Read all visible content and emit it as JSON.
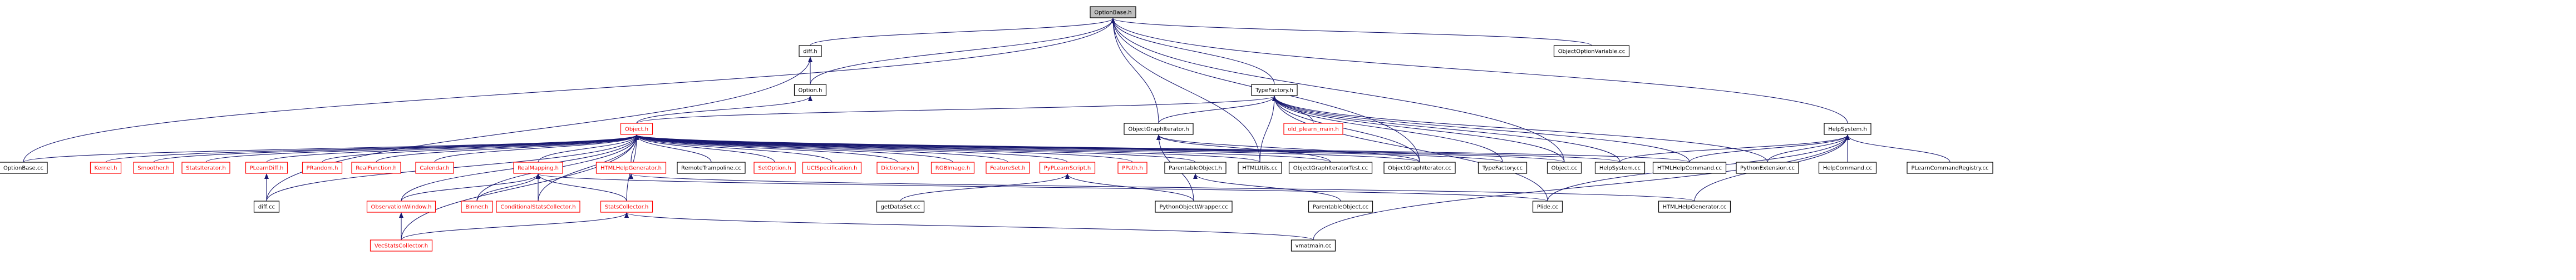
{
  "graph": {
    "colors": {
      "edge": "#191970",
      "normal_border": "#000000",
      "normal_text": "#000000",
      "red_border": "#ff0000",
      "red_text": "#ff0000",
      "root_fill": "#bfbfbf",
      "fill": "#ffffff"
    },
    "nodes": [
      {
        "id": "optionbase_h",
        "label": "OptionBase.h",
        "style": "root"
      },
      {
        "id": "diff_h",
        "label": "diff.h",
        "style": "normal"
      },
      {
        "id": "objectoptionvariable_cc",
        "label": "ObjectOptionVariable.cc",
        "style": "normal"
      },
      {
        "id": "option_h",
        "label": "Option.h",
        "style": "normal"
      },
      {
        "id": "typefactory_h",
        "label": "TypeFactory.h",
        "style": "normal"
      },
      {
        "id": "object_h",
        "label": "Object.h",
        "style": "red"
      },
      {
        "id": "objectgraphiterator_h",
        "label": "ObjectGraphIterator.h",
        "style": "normal"
      },
      {
        "id": "old_plearn_main_h",
        "label": "old_plearn_main.h",
        "style": "red"
      },
      {
        "id": "helpsystem_h",
        "label": "HelpSystem.h",
        "style": "normal"
      },
      {
        "id": "optionbase_cc",
        "label": "OptionBase.cc",
        "style": "normal"
      },
      {
        "id": "kernel_h",
        "label": "Kernel.h",
        "style": "red"
      },
      {
        "id": "smoother_h",
        "label": "Smoother.h",
        "style": "red"
      },
      {
        "id": "statsiterator_h",
        "label": "StatsIterator.h",
        "style": "red"
      },
      {
        "id": "plearndiff_h",
        "label": "PLearnDiff.h",
        "style": "red"
      },
      {
        "id": "prandom_h",
        "label": "PRandom.h",
        "style": "red"
      },
      {
        "id": "realfunction_h",
        "label": "RealFunction.h",
        "style": "red"
      },
      {
        "id": "calendar_h",
        "label": "Calendar.h",
        "style": "red"
      },
      {
        "id": "realmapping_h",
        "label": "RealMapping.h",
        "style": "red"
      },
      {
        "id": "htmlhelpgenerator_h",
        "label": "HTMLHelpGenerator.h",
        "style": "red"
      },
      {
        "id": "remotetrampoline_cc",
        "label": "RemoteTrampoline.cc",
        "style": "normal"
      },
      {
        "id": "setoption_h",
        "label": "SetOption.h",
        "style": "red"
      },
      {
        "id": "ucispecification_h",
        "label": "UCISpecification.h",
        "style": "red"
      },
      {
        "id": "dictionary_h",
        "label": "Dictionary.h",
        "style": "red"
      },
      {
        "id": "rgbimage_h",
        "label": "RGBImage.h",
        "style": "red"
      },
      {
        "id": "featureset_h",
        "label": "FeatureSet.h",
        "style": "red"
      },
      {
        "id": "pyplearnscript_h",
        "label": "PyPLearnScript.h",
        "style": "red"
      },
      {
        "id": "ppath_h",
        "label": "PPath.h",
        "style": "red"
      },
      {
        "id": "parentableobject_h",
        "label": "ParentableObject.h",
        "style": "normal"
      },
      {
        "id": "htmlutils_cc",
        "label": "HTMLUtils.cc",
        "style": "normal"
      },
      {
        "id": "objectgraphiteratortest_cc",
        "label": "ObjectGraphIteratorTest.cc",
        "style": "normal"
      },
      {
        "id": "objectgraphiterator_cc",
        "label": "ObjectGraphIterator.cc",
        "style": "normal"
      },
      {
        "id": "typefactory_cc",
        "label": "TypeFactory.cc",
        "style": "normal"
      },
      {
        "id": "object_cc",
        "label": "Object.cc",
        "style": "normal"
      },
      {
        "id": "helpsystem_cc",
        "label": "HelpSystem.cc",
        "style": "normal"
      },
      {
        "id": "htmlhelpcommand_cc",
        "label": "HTMLHelpCommand.cc",
        "style": "normal"
      },
      {
        "id": "pythonextension_cc",
        "label": "PythonExtension.cc",
        "style": "normal"
      },
      {
        "id": "helpcommand_cc",
        "label": "HelpCommand.cc",
        "style": "normal"
      },
      {
        "id": "plearncommandregistry_cc",
        "label": "PLearnCommandRegistry.cc",
        "style": "normal"
      },
      {
        "id": "diff_cc",
        "label": "diff.cc",
        "style": "normal"
      },
      {
        "id": "observationwindow_h",
        "label": "ObservationWindow.h",
        "style": "red"
      },
      {
        "id": "binner_h",
        "label": "Binner.h",
        "style": "red"
      },
      {
        "id": "conditionalstatscollector_h",
        "label": "ConditionalStatsCollector.h",
        "style": "red"
      },
      {
        "id": "statscollector_h",
        "label": "StatsCollector.h",
        "style": "red"
      },
      {
        "id": "getdataset_cc",
        "label": "getDataSet.cc",
        "style": "normal"
      },
      {
        "id": "pythonobjectwrapper_cc",
        "label": "PythonObjectWrapper.cc",
        "style": "normal"
      },
      {
        "id": "parentableobject_cc",
        "label": "ParentableObject.cc",
        "style": "normal"
      },
      {
        "id": "pide_cc",
        "label": "Plide.cc",
        "style": "normal"
      },
      {
        "id": "htmlhelpgenerator_cc",
        "label": "HTMLHelpGenerator.cc",
        "style": "normal"
      },
      {
        "id": "vecstatscollector_h",
        "label": "VecStatsCollector.h",
        "style": "red"
      },
      {
        "id": "vmatmain_cc",
        "label": "vmatmain.cc",
        "style": "normal"
      }
    ],
    "edges": [
      [
        "diff_h",
        "optionbase_h"
      ],
      [
        "objectoptionvariable_cc",
        "optionbase_h"
      ],
      [
        "option_h",
        "optionbase_h"
      ],
      [
        "typefactory_h",
        "optionbase_h"
      ],
      [
        "objectgraphiterator_h",
        "optionbase_h"
      ],
      [
        "helpsystem_h",
        "optionbase_h"
      ],
      [
        "optionbase_cc",
        "optionbase_h"
      ],
      [
        "htmlutils_cc",
        "optionbase_h"
      ],
      [
        "objectgraphiterator_cc",
        "optionbase_h"
      ],
      [
        "object_cc",
        "optionbase_h"
      ],
      [
        "option_h",
        "diff_h"
      ],
      [
        "diff_cc",
        "diff_h"
      ],
      [
        "object_h",
        "option_h"
      ],
      [
        "object_h",
        "typefactory_h"
      ],
      [
        "objectgraphiterator_h",
        "typefactory_h"
      ],
      [
        "old_plearn_main_h",
        "typefactory_h"
      ],
      [
        "htmlutils_cc",
        "typefactory_h"
      ],
      [
        "objectgraphiterator_cc",
        "typefactory_h"
      ],
      [
        "typefactory_cc",
        "typefactory_h"
      ],
      [
        "object_cc",
        "typefactory_h"
      ],
      [
        "helpsystem_cc",
        "typefactory_h"
      ],
      [
        "htmlhelpcommand_cc",
        "typefactory_h"
      ],
      [
        "pythonextension_cc",
        "typefactory_h"
      ],
      [
        "pide_cc",
        "typefactory_h"
      ],
      [
        "objectgraphiteratortest_cc",
        "objectgraphiterator_h"
      ],
      [
        "objectgraphiterator_cc",
        "objectgraphiterator_h"
      ],
      [
        "pythonobjectwrapper_cc",
        "objectgraphiterator_h"
      ],
      [
        "helpsystem_cc",
        "helpsystem_h"
      ],
      [
        "htmlhelpcommand_cc",
        "helpsystem_h"
      ],
      [
        "pythonextension_cc",
        "helpsystem_h"
      ],
      [
        "helpcommand_cc",
        "helpsystem_h"
      ],
      [
        "plearncommandregistry_cc",
        "helpsystem_h"
      ],
      [
        "pide_cc",
        "helpsystem_h"
      ],
      [
        "htmlhelpgenerator_cc",
        "helpsystem_h"
      ],
      [
        "vmatmain_cc",
        "helpsystem_h"
      ],
      [
        "optionbase_cc",
        "object_h"
      ],
      [
        "kernel_h",
        "object_h"
      ],
      [
        "smoother_h",
        "object_h"
      ],
      [
        "statsiterator_h",
        "object_h"
      ],
      [
        "plearndiff_h",
        "object_h"
      ],
      [
        "prandom_h",
        "object_h"
      ],
      [
        "realfunction_h",
        "object_h"
      ],
      [
        "calendar_h",
        "object_h"
      ],
      [
        "realmapping_h",
        "object_h"
      ],
      [
        "htmlhelpgenerator_h",
        "object_h"
      ],
      [
        "remotetrampoline_cc",
        "object_h"
      ],
      [
        "setoption_h",
        "object_h"
      ],
      [
        "ucispecification_h",
        "object_h"
      ],
      [
        "dictionary_h",
        "object_h"
      ],
      [
        "rgbimage_h",
        "object_h"
      ],
      [
        "featureset_h",
        "object_h"
      ],
      [
        "pyplearnscript_h",
        "object_h"
      ],
      [
        "ppath_h",
        "object_h"
      ],
      [
        "parentableobject_h",
        "object_h"
      ],
      [
        "htmlutils_cc",
        "object_h"
      ],
      [
        "objectgraphiteratortest_cc",
        "object_h"
      ],
      [
        "objectgraphiterator_cc",
        "object_h"
      ],
      [
        "typefactory_cc",
        "object_h"
      ],
      [
        "object_cc",
        "object_h"
      ],
      [
        "helpsystem_cc",
        "object_h"
      ],
      [
        "htmlhelpcommand_cc",
        "object_h"
      ],
      [
        "diff_cc",
        "object_h"
      ],
      [
        "observationwindow_h",
        "object_h"
      ],
      [
        "binner_h",
        "object_h"
      ],
      [
        "conditionalstatscollector_h",
        "object_h"
      ],
      [
        "statscollector_h",
        "object_h"
      ],
      [
        "vecstatscollector_h",
        "object_h"
      ],
      [
        "diff_cc",
        "plearndiff_h"
      ],
      [
        "observationwindow_h",
        "realmapping_h"
      ],
      [
        "binner_h",
        "realmapping_h"
      ],
      [
        "conditionalstatscollector_h",
        "realmapping_h"
      ],
      [
        "statscollector_h",
        "realmapping_h"
      ],
      [
        "pide_cc",
        "realmapping_h"
      ],
      [
        "htmlhelpgenerator_cc",
        "htmlhelpgenerator_h"
      ],
      [
        "getdataset_cc",
        "pyplearnscript_h"
      ],
      [
        "pythonobjectwrapper_cc",
        "pyplearnscript_h"
      ],
      [
        "parentableobject_cc",
        "parentableobject_h"
      ],
      [
        "vecstatscollector_h",
        "observationwindow_h"
      ],
      [
        "vecstatscollector_h",
        "statscollector_h"
      ],
      [
        "vmatmain_cc",
        "statscollector_h"
      ]
    ]
  }
}
